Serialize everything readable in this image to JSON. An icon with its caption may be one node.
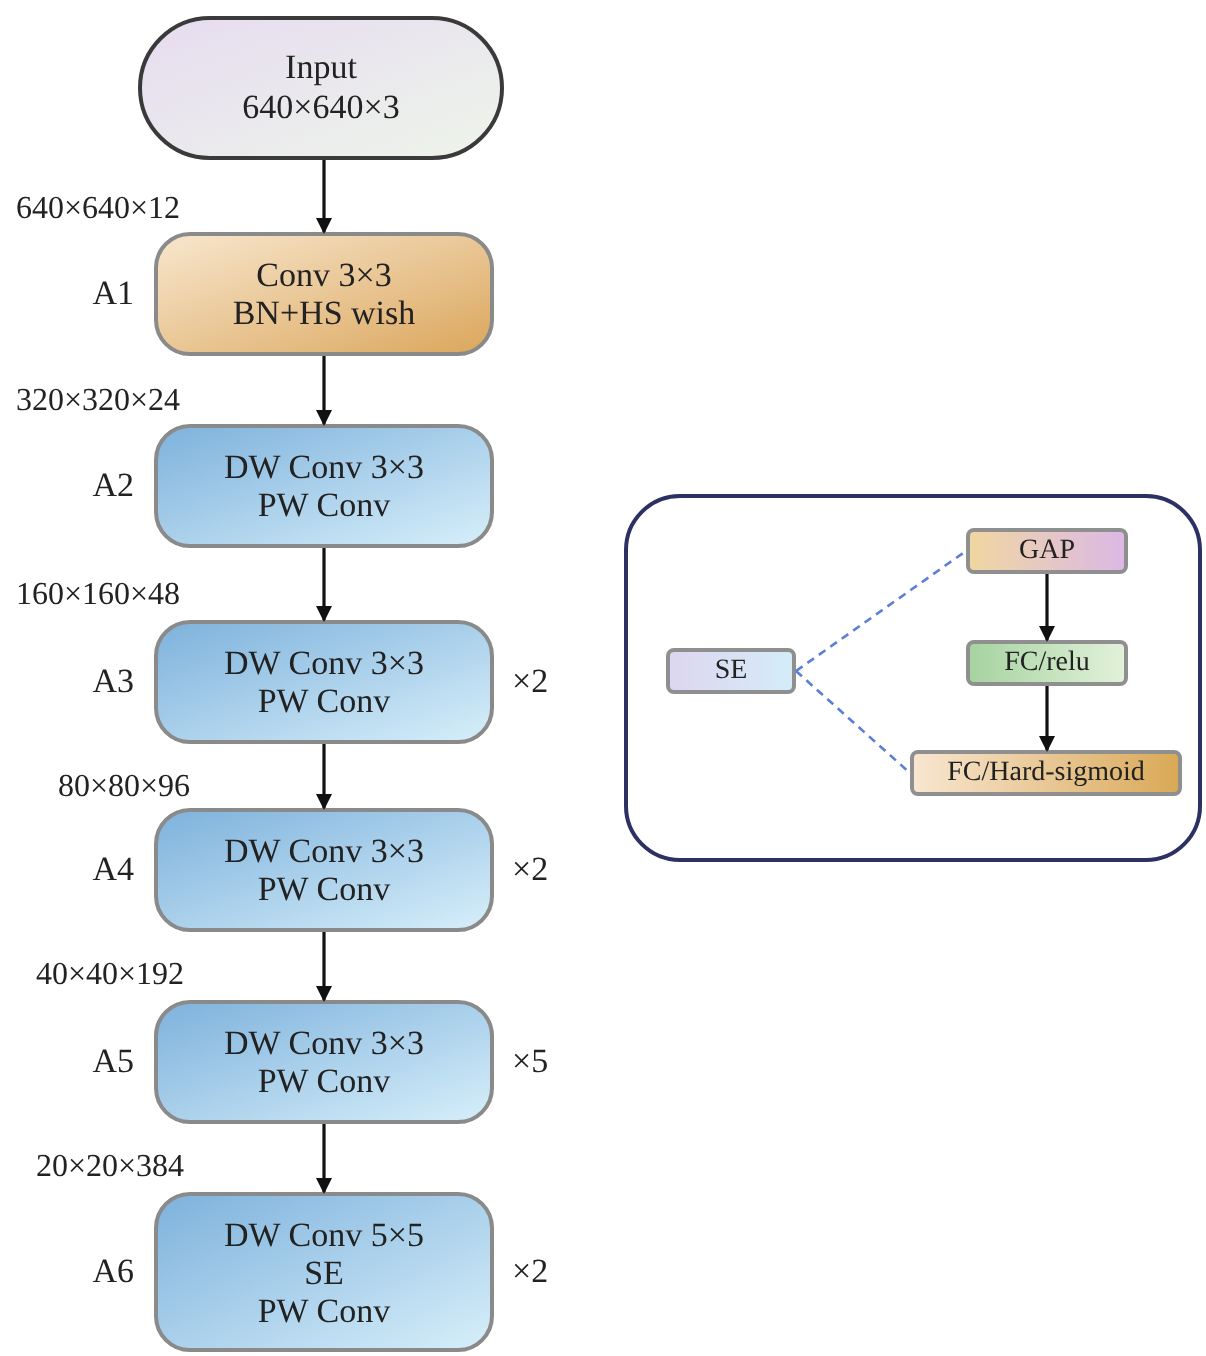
{
  "diagram": {
    "nodes": [
      {
        "text": [
          "Input",
          "640×640×3"
        ]
      },
      {
        "text": [
          "Conv 3×3",
          "BN+HS wish"
        ],
        "beside": [
          "A1"
        ]
      },
      {
        "text": [
          "DW Conv 3×3",
          "PW Conv"
        ],
        "beside": [
          "A2"
        ]
      },
      {
        "text": [
          "DW Conv 3×3",
          "PW Conv"
        ],
        "beside": [
          "A3",
          "×2"
        ]
      },
      {
        "text": [
          "DW Conv 3×3",
          "PW Conv"
        ],
        "beside": [
          "A4",
          "×2"
        ]
      },
      {
        "text": [
          "DW Conv 3×3",
          "PW Conv"
        ],
        "beside": [
          "A5",
          "×5"
        ]
      },
      {
        "text": [
          "DW Conv 5×5",
          "SE",
          "PW Conv"
        ],
        "beside": [
          "A6",
          "×2"
        ]
      },
      {
        "text": [],
        "shape": "box"
      },
      {
        "text": [
          "SE"
        ],
        "in": 7
      },
      {
        "text": [
          "GAP"
        ],
        "in": 7
      },
      {
        "text": [
          "FC/relu"
        ],
        "in": 7
      },
      {
        "text": [
          "FC/Hard-sigmoid"
        ],
        "in": 7
      }
    ],
    "edges": [
      {
        "from": 0,
        "to": 1,
        "arrow": "to"
      },
      {
        "from": 1,
        "to": 2,
        "arrow": "to"
      },
      {
        "from": 2,
        "to": 3,
        "arrow": "to"
      },
      {
        "from": 3,
        "to": 4,
        "arrow": "to"
      },
      {
        "from": 4,
        "to": 5,
        "arrow": "to"
      },
      {
        "from": 5,
        "to": 6,
        "arrow": "to"
      },
      {
        "from": 8,
        "to": 9,
        "arrow": "none",
        "style": "dashed",
        "color": "#5b7fd6"
      },
      {
        "from": 8,
        "to": 11,
        "arrow": "none",
        "style": "dashed",
        "color": "#5b7fd6"
      },
      {
        "from": 9,
        "to": 10,
        "arrow": "to"
      },
      {
        "from": 10,
        "to": 11,
        "arrow": "to"
      }
    ],
    "labels": [
      "640×640×12",
      "320×320×24",
      "160×160×48",
      "80×80×96",
      "40×40×192",
      "20×20×384"
    ]
  }
}
